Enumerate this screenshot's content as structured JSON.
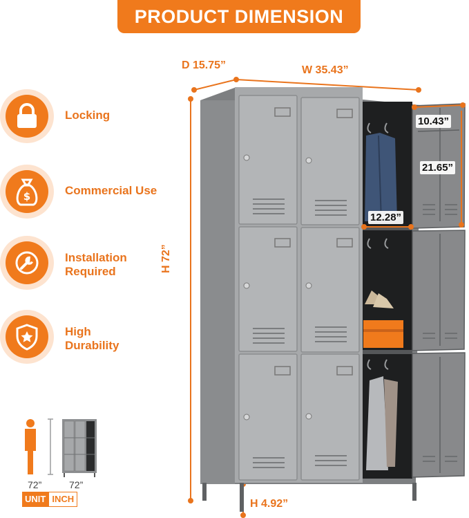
{
  "banner": {
    "title": "PRODUCT DIMENSION"
  },
  "features": [
    {
      "label": "Locking",
      "icon": "lock-icon"
    },
    {
      "label": "Commercial Use",
      "icon": "money-bag-icon"
    },
    {
      "label": "Installation Required",
      "icon": "wrench-icon"
    },
    {
      "label": "High Durability",
      "icon": "shield-star-icon"
    }
  ],
  "dimensions": {
    "depth": "D 15.75”",
    "width": "W 35.43”",
    "height": "H 72”",
    "leg_height": "H 4.92”",
    "compartment_width": "10.43”",
    "compartment_height": "21.65”",
    "compartment_depth": "12.28”"
  },
  "comparison": {
    "person_height": "72”",
    "locker_height": "72”",
    "unit_label": "UNIT",
    "inch_label": "INCH"
  },
  "colors": {
    "accent": "#f07a1c",
    "locker": "#8f9193",
    "locker_dark": "#6e7072"
  }
}
